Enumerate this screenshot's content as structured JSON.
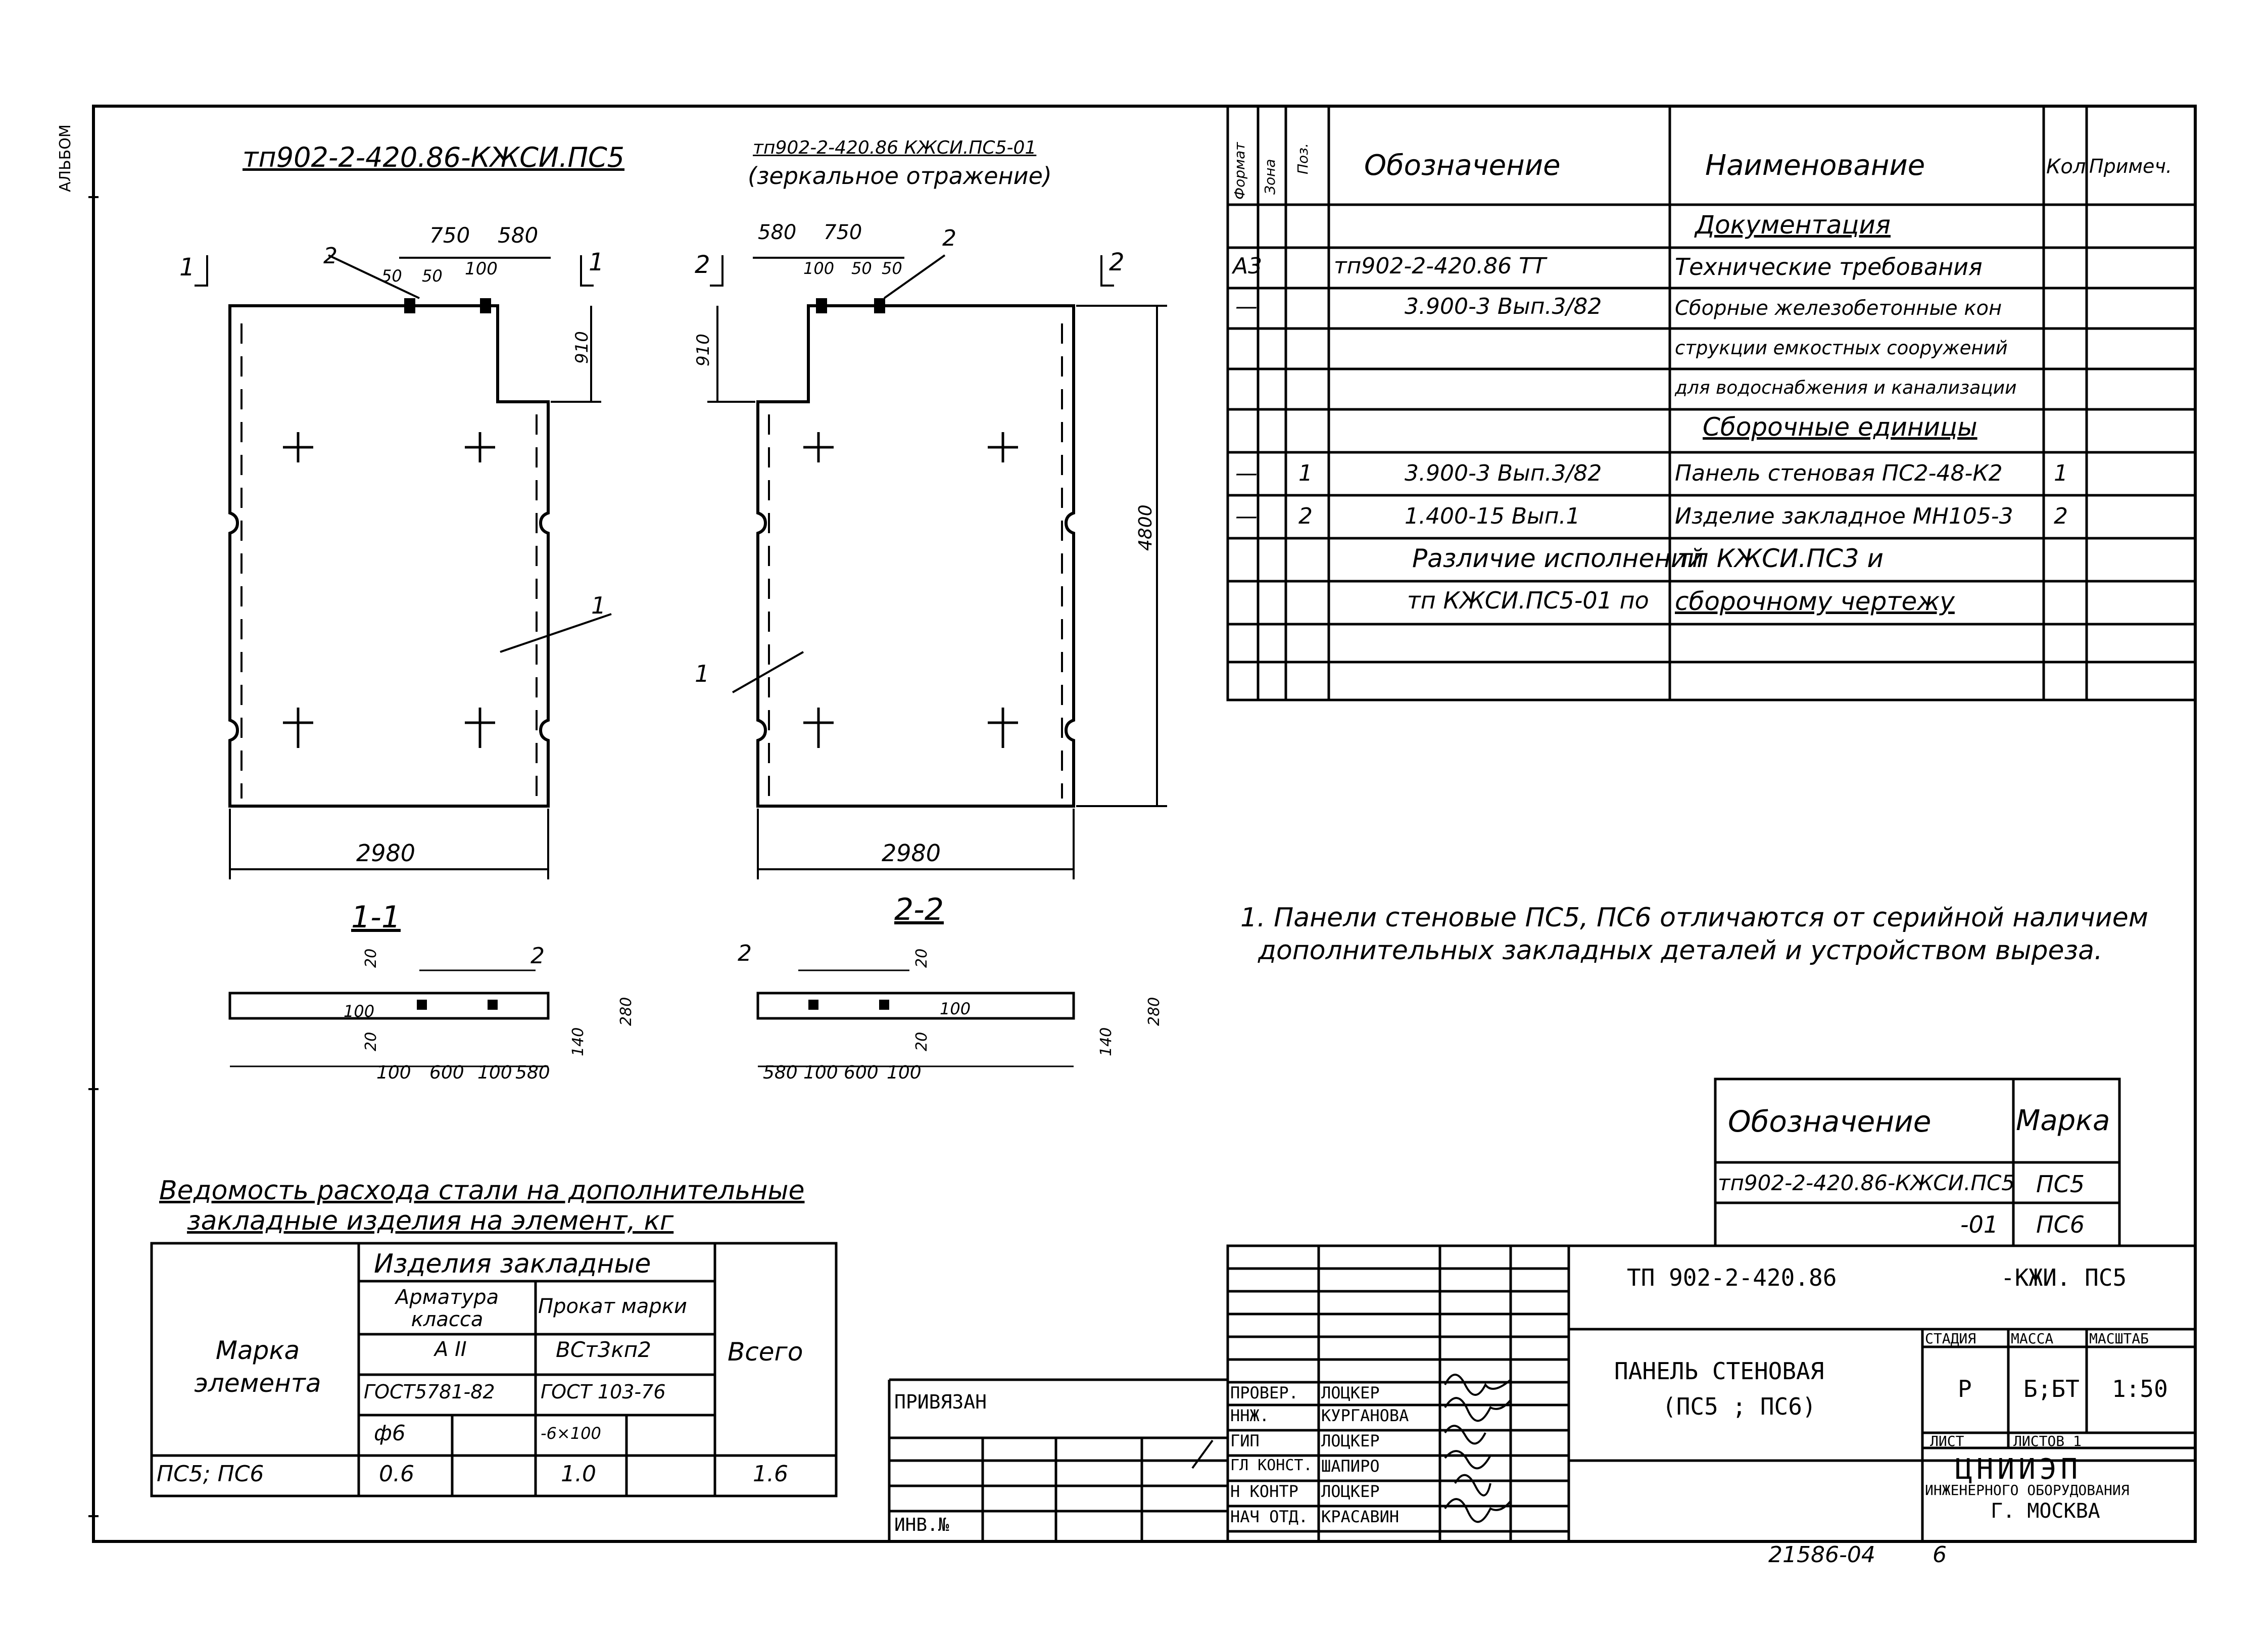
{
  "side_stamp": "АЛЬБОМ",
  "drawing_left": {
    "title": "тп902-2-420.86-КЖСИ.ПС5",
    "cut_mark_1": "1",
    "cut_mark_2": "1",
    "dim_750": "750",
    "dim_580": "580",
    "dim_50a": "50",
    "dim_50b": "50",
    "dim_100": "100",
    "dim_910": "910",
    "dim_2980": "2980",
    "pos_1": "1",
    "pos_2": "2"
  },
  "drawing_right": {
    "title": "тп902-2-420.86 КЖСИ.ПС5-01",
    "subtitle": "(зеркальное отражение)",
    "cut_mark_1": "2",
    "cut_mark_2": "2",
    "dim_580": "580",
    "dim_750": "750",
    "dim_100": "100",
    "dim_50a": "50",
    "dim_50b": "50",
    "dim_910": "910",
    "dim_4800": "4800",
    "dim_2980": "2980",
    "pos_1": "1",
    "pos_2": "2"
  },
  "section_1": {
    "label": "1-1",
    "pos": "2",
    "d20a": "20",
    "d100": "100",
    "d20b": "20",
    "d280": "280",
    "d140": "140",
    "bottom_dims": [
      "100",
      "600",
      "100",
      "580"
    ]
  },
  "section_2": {
    "label": "2-2",
    "pos": "2",
    "d20a": "20",
    "d100": "100",
    "d20b": "20",
    "d280": "280",
    "d140": "140",
    "bottom_dims": [
      "580",
      "100",
      "600",
      "100"
    ]
  },
  "spec_table": {
    "headers": {
      "format": "Формат",
      "zone": "Зона",
      "pos": "Поз.",
      "designation": "Обозначение",
      "name": "Наименование",
      "qty": "Кол",
      "note": "Примеч."
    },
    "rows": [
      {
        "format": "",
        "pos": "",
        "designation": "",
        "name": "Документация",
        "qty": ""
      },
      {
        "format": "А3",
        "pos": "",
        "designation": "тп902-2-420.86        ТТ",
        "name": "Технические требования",
        "qty": ""
      },
      {
        "format": "—",
        "pos": "",
        "designation": "3.900-3   Вып.3/82",
        "name": "Сборные железобетонные кон",
        "qty": ""
      },
      {
        "format": "",
        "pos": "",
        "designation": "",
        "name": "струкции емкостных сооружений",
        "qty": ""
      },
      {
        "format": "",
        "pos": "",
        "designation": "",
        "name": "для водоснабжения и канализации",
        "qty": ""
      },
      {
        "format": "",
        "pos": "",
        "designation": "",
        "name": "Сборочные единицы",
        "qty": ""
      },
      {
        "format": "—",
        "pos": "1",
        "designation": "3.900-3   Вып.3/82",
        "name": "Панель стеновая ПС2-48-К2",
        "qty": "1"
      },
      {
        "format": "—",
        "pos": "2",
        "designation": "1.400-15   Вып.1",
        "name": "Изделие закладное МН105-3",
        "qty": "2"
      },
      {
        "format": "",
        "pos": "",
        "designation": "Различие исполнений",
        "name": "тп  КЖСИ.ПС3  и",
        "qty": ""
      },
      {
        "format": "",
        "pos": "",
        "designation": "тп  КЖСИ.ПС5-01 по",
        "name": "сборочному чертежу",
        "qty": ""
      },
      {
        "format": "",
        "pos": "",
        "designation": "",
        "name": "",
        "qty": ""
      },
      {
        "format": "",
        "pos": "",
        "designation": "",
        "name": "",
        "qty": ""
      }
    ]
  },
  "note": {
    "line1": "1. Панели стеновые ПС5, ПС6 отличаются от серийной наличием",
    "line2": "дополнительных  закладных деталей и устройством выреза."
  },
  "mark_table": {
    "h_designation": "Обозначение",
    "h_mark": "Марка",
    "rows": [
      {
        "designation": "тп902-2-420.86-КЖСИ.ПС5",
        "mark": "ПС5"
      },
      {
        "designation": "-01",
        "mark": "ПС6"
      }
    ]
  },
  "steel_table": {
    "title_line1": "Ведомость расхода стали на дополнительные",
    "title_line2": "закладные изделия на элемент, кг",
    "h_mark": "Марка элемента",
    "h_embedded": "Изделия закладные",
    "h_rebar": "Арматура класса",
    "h_rebar_class": "А II",
    "h_rebar_gost": "ГОСТ5781-82",
    "h_rebar_dia": "ф6",
    "h_rolled": "Прокат марки",
    "h_rolled_grade": "ВСт3кп2",
    "h_rolled_gost": "ГОСТ 103-76",
    "h_rolled_size": "-6×100",
    "h_total": "Всего",
    "row": {
      "mark": "ПС5; ПС6",
      "rebar": "0.6",
      "rolled": "1.0",
      "total": "1.6"
    }
  },
  "title_block": {
    "code": "ТП 902-2-420.86",
    "code_suffix": "-КЖИ. ПС5",
    "privyazan": "ПРИВЯЗАН",
    "inv": "ИНВ.№",
    "title_line1": "ПАНЕЛЬ  СТЕНОВАЯ",
    "title_line2": "(ПС5 ; ПС6)",
    "stage_h": "СТАДИЯ",
    "mass_h": "МАССА",
    "scale_h": "МАСШТАБ",
    "stage": "Р",
    "mass": "Б;БТ",
    "scale": "1:50",
    "sheet_h": "ЛИСТ",
    "sheets_h": "ЛИСТОВ 1",
    "org_line1": "ЦНИИЭП",
    "org_line2": "ИНЖЕНЕРНОГО ОБОРУДОВАНИЯ",
    "org_line3": "Г. МОСКВА",
    "signers": [
      {
        "role": "ПРОВЕР.",
        "name": "ЛОЦКЕР"
      },
      {
        "role": "ННЖ.",
        "name": "КУРГАНОВА"
      },
      {
        "role": "ГИП",
        "name": "ЛОЦКЕР"
      },
      {
        "role": "ГЛ КОНСТ.",
        "name": "ШАПИРО"
      },
      {
        "role": "Н КОНТР",
        "name": "ЛОЦКЕР"
      },
      {
        "role": "НАЧ ОТД.",
        "name": "КРАСАВИН"
      }
    ]
  },
  "footer_code": "21586-04",
  "footer_page": "6"
}
